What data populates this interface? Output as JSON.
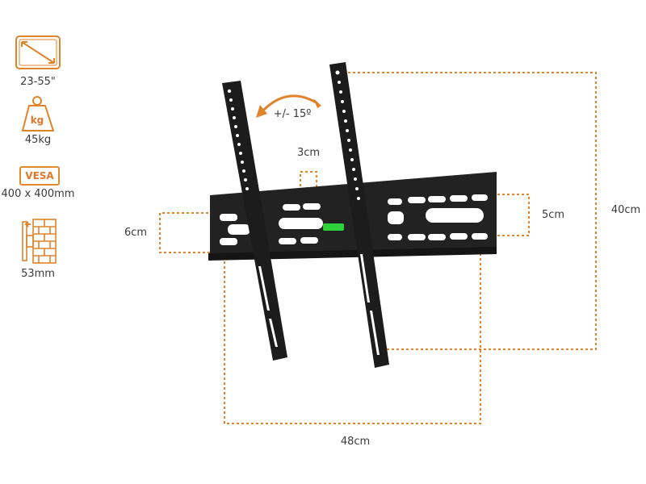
{
  "colors": {
    "accent": "#e0832a",
    "bracket": "#1e1e1e",
    "level": "#2fd13a"
  },
  "specs": [
    {
      "icon": "screen-size-icon",
      "label": "23-55\""
    },
    {
      "icon": "weight-icon",
      "icon_text": "kg",
      "label": "45kg"
    },
    {
      "icon": "vesa-icon",
      "icon_text": "VESA",
      "label": "400 x 400mm"
    },
    {
      "icon": "wall-distance-icon",
      "label": "53mm"
    }
  ],
  "dimensions": {
    "tilt": "+/- 15º",
    "gap": "3cm",
    "rail_height_left": "6cm",
    "rail_height_right": "5cm",
    "vertical": "40cm",
    "horizontal": "48cm"
  }
}
